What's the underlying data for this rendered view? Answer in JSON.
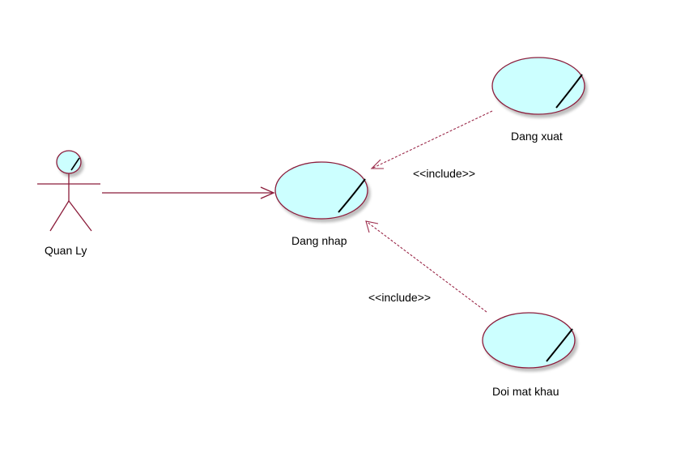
{
  "diagram": {
    "actor": {
      "name": "Quan Ly"
    },
    "use_cases": {
      "login": "Dang nhap",
      "logout": "Dang xuat",
      "change_password": "Doi mat khau"
    },
    "relations": {
      "logout_include": "<<include>>",
      "password_include": "<<include>>"
    }
  },
  "colors": {
    "outline": "#8b1c3a",
    "usecase_fill": "#ccffff",
    "dependency": "#9b2a4a",
    "text": "#000000"
  }
}
